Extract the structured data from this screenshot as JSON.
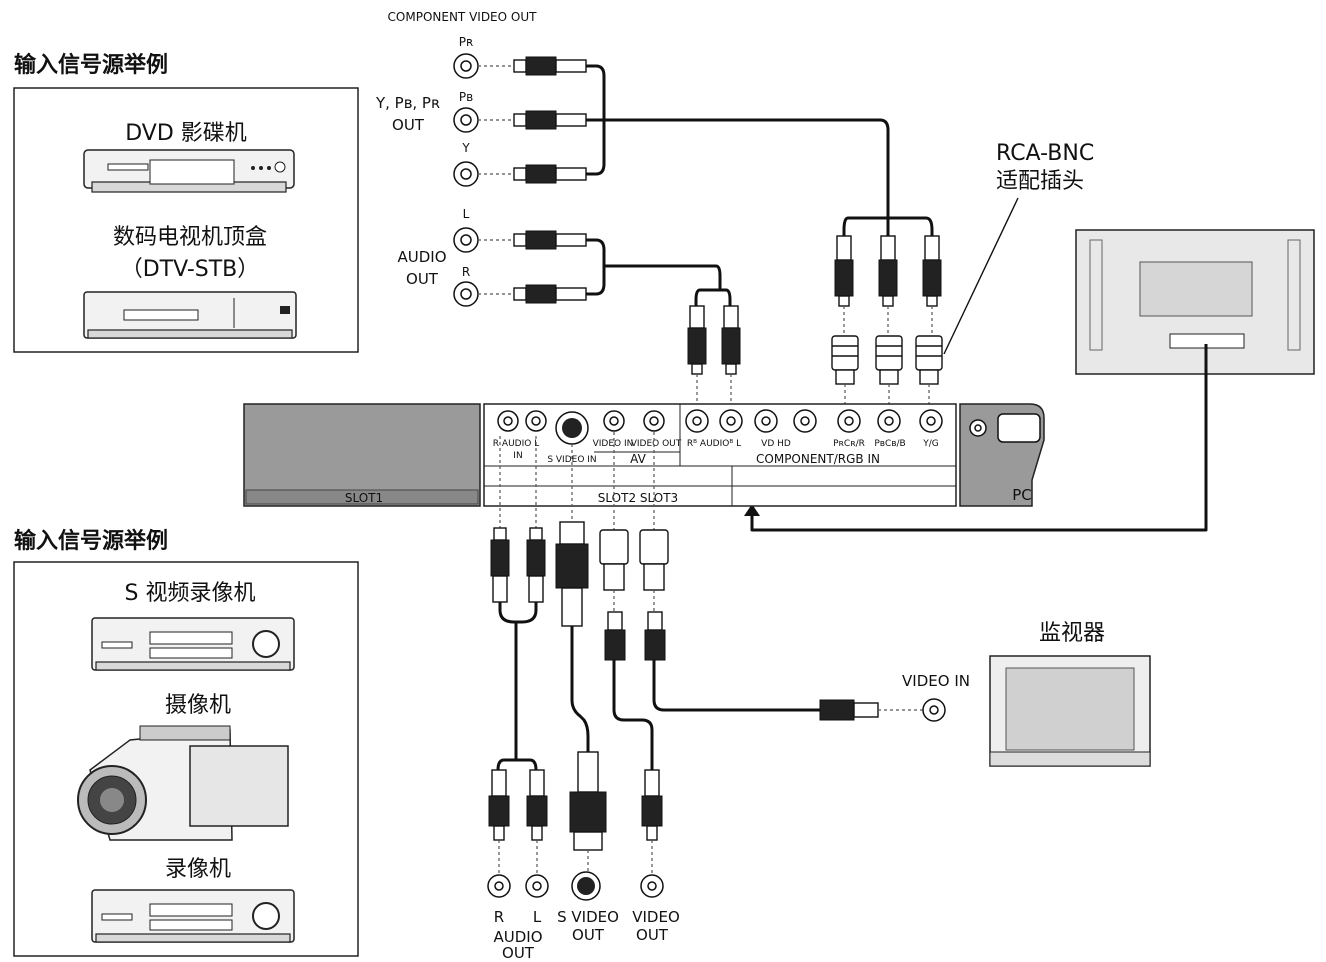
{
  "sources_top": {
    "heading": "输入信号源举例",
    "devices": [
      {
        "label": "DVD 影碟机",
        "icon": "dvd-player-icon"
      },
      {
        "label": "数码电视机顶盒",
        "sublabel": "（DTV-STB）",
        "icon": "set-top-box-icon"
      }
    ]
  },
  "sources_bottom": {
    "heading": "输入信号源举例",
    "devices": [
      {
        "label": "S 视频录像机",
        "icon": "s-vcr-icon"
      },
      {
        "label": "摄像机",
        "icon": "camcorder-icon"
      },
      {
        "label": "录像机",
        "icon": "vcr-icon"
      }
    ]
  },
  "component_out": {
    "title": "COMPONENT VIDEO OUT",
    "pr": "Pʀ",
    "pb": "Pʙ",
    "y": "Y",
    "group_label": "Y, Pʙ, Pʀ",
    "out": "OUT"
  },
  "audio_out_top": {
    "l": "L",
    "r": "R",
    "audio": "AUDIO",
    "out": "OUT"
  },
  "adapter": {
    "line1": "RCA-BNC",
    "line2": "适配插头"
  },
  "panel": {
    "slot1": "SLOT1",
    "slot23": "SLOT2 SLOT3",
    "pc": "PC",
    "audio_in_l1": "R  AUDIO  L",
    "audio_in_l2": "IN",
    "svideo_in": "S VIDEO IN",
    "video_in": "VIDEO IN",
    "video_out": "VIDEO OUT",
    "av": "AV",
    "comp_audio": "Rᴮ AUDIOᴮ L",
    "vd_hd": "VD   HD",
    "pr_cr_r": "PʀCʀ/R",
    "pb_cb_b": "PʙCʙ/B",
    "y_g": "Y/G",
    "component_rgb_in": "COMPONENT/RGB IN"
  },
  "monitor": {
    "label": "监视器",
    "video_in": "VIDEO IN"
  },
  "bottom_outputs": {
    "r": "R",
    "l": "L",
    "audio": "AUDIO",
    "audio_out": "OUT",
    "svideo": "S VIDEO",
    "svideo_out": "OUT",
    "video": "VIDEO",
    "video_out": "OUT"
  }
}
